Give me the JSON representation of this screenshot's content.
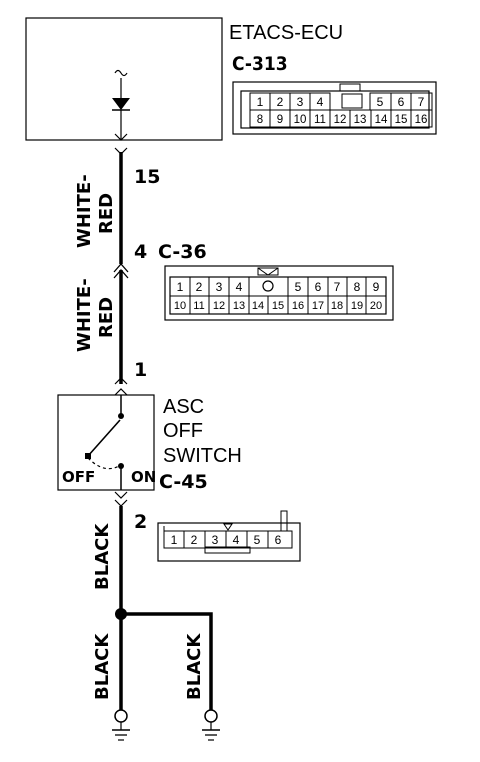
{
  "ecu": {
    "name": "ETACS-ECU",
    "connector": "C-313",
    "pin": "15",
    "connector_pins": {
      "top": [
        "1",
        "2",
        "3",
        "4",
        "",
        "5",
        "6",
        "7"
      ],
      "bottom": [
        "8",
        "9",
        "10",
        "11",
        "12",
        "13",
        "14",
        "15",
        "16"
      ]
    }
  },
  "junction": {
    "connector": "C-36",
    "pin_in": "4",
    "pin_out": "1",
    "connector_pins": {
      "top": [
        "1",
        "2",
        "3",
        "4",
        "",
        "5",
        "6",
        "7",
        "8",
        "9"
      ],
      "bottom": [
        "10",
        "11",
        "12",
        "13",
        "14",
        "15",
        "16",
        "17",
        "18",
        "19",
        "20"
      ]
    }
  },
  "wires": {
    "upper_color": [
      "WHITE-",
      "RED"
    ],
    "middle_color": [
      "WHITE-",
      "RED"
    ],
    "lower_color": "BLACK",
    "ground_left_color": "BLACK",
    "ground_right_color": "BLACK"
  },
  "switch": {
    "name_lines": [
      "ASC",
      "OFF",
      "SWITCH"
    ],
    "connector": "C-45",
    "pin_out": "2",
    "off_label": "OFF",
    "on_label": "ON",
    "connector_pins": [
      "1",
      "2",
      "3",
      "4",
      "5",
      "6"
    ]
  }
}
